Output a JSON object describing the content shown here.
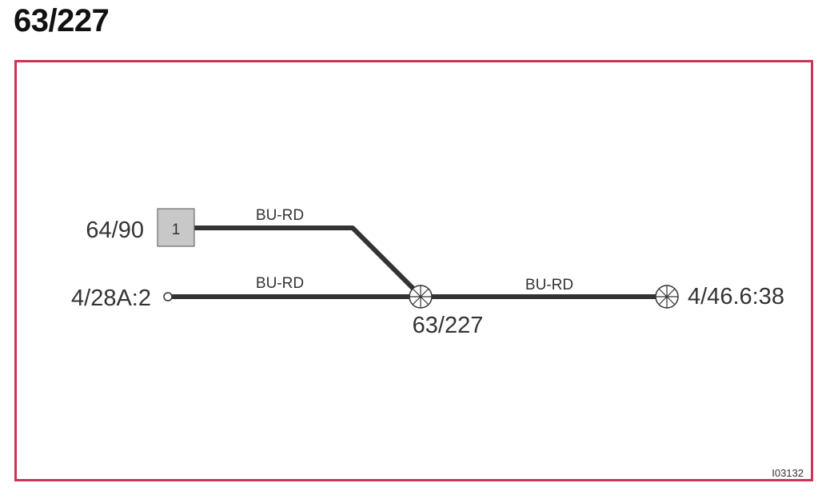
{
  "title": "63/227",
  "diagram": {
    "connectors": {
      "left_top": "64/90",
      "left_bottom": "4/28A:2",
      "splice": "63/227",
      "right": "4/46.6:38"
    },
    "pin_number": "1",
    "wires": [
      {
        "color_code": "BU-RD"
      },
      {
        "color_code": "BU-RD"
      },
      {
        "color_code": "BU-RD"
      }
    ],
    "figure_code": "I03132",
    "colors": {
      "frame": "#cc3355",
      "wire": "#333333",
      "box_fill": "#c8c8c8"
    }
  }
}
